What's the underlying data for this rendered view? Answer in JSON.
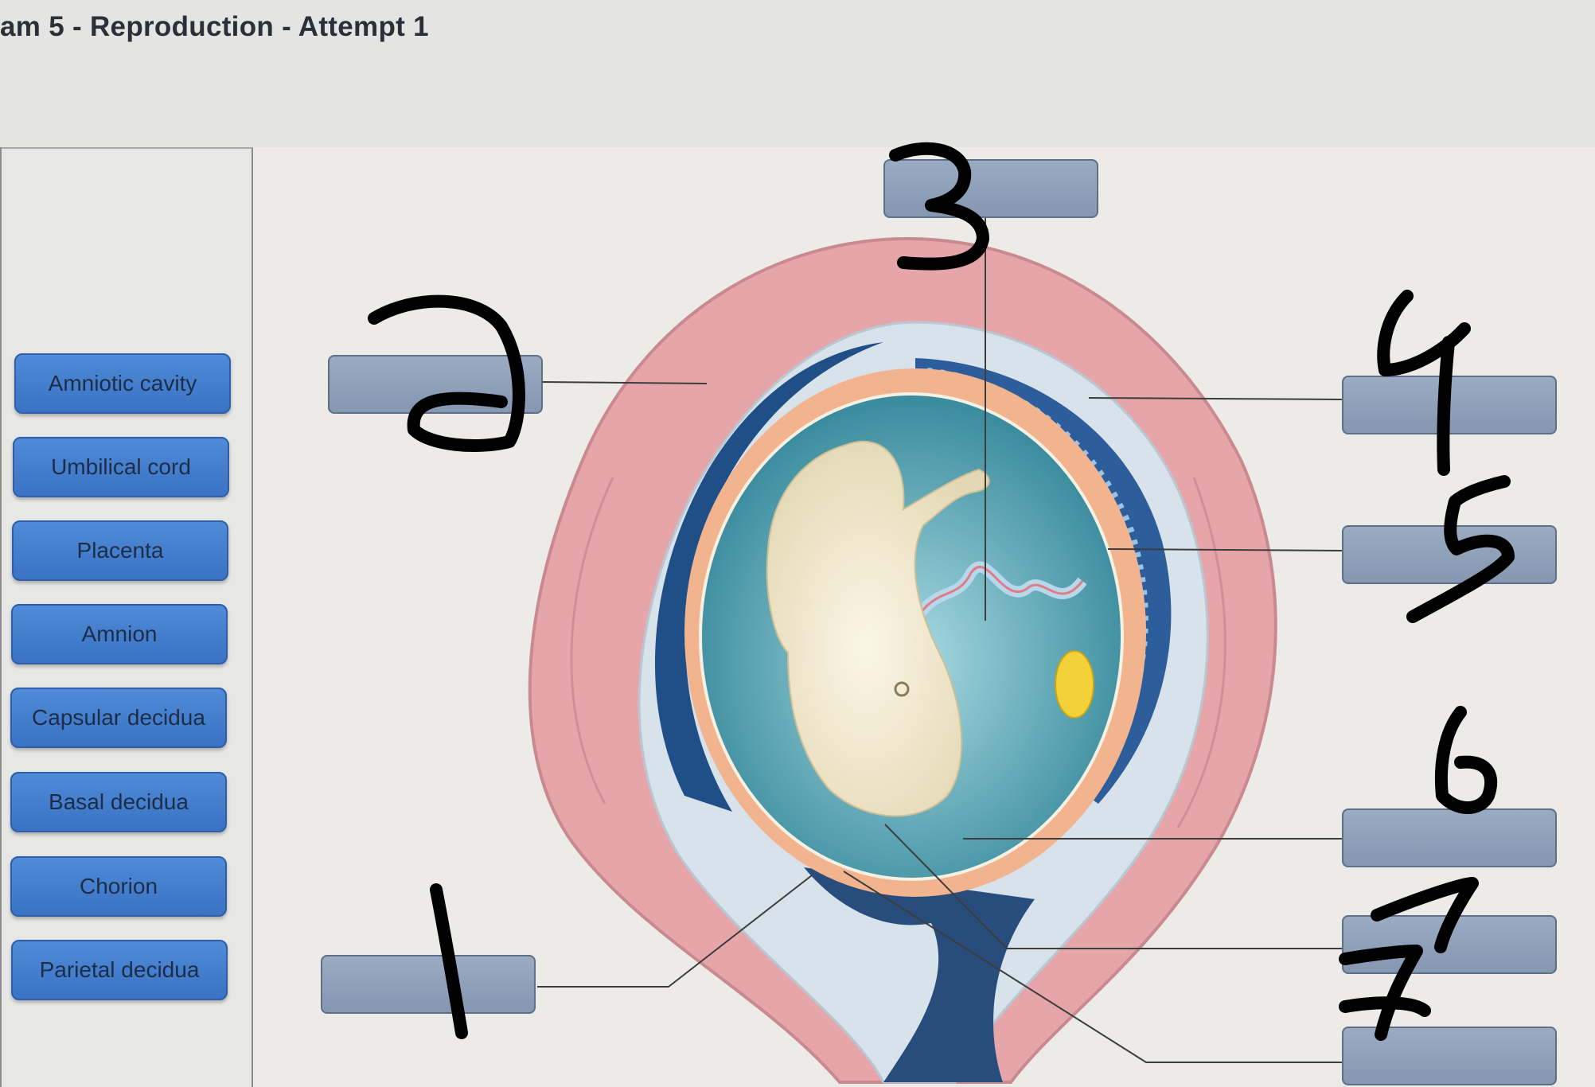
{
  "header": {
    "title": "am 5 - Reproduction - Attempt 1"
  },
  "word_bank": {
    "labels": [
      "Amniotic cavity",
      "Umbilical cord",
      "Placenta",
      "Amnion",
      "Capsular decidua",
      "Basal decidua",
      "Chorion",
      "Parietal decidua"
    ]
  },
  "annotations": [
    "1",
    "2",
    "3",
    "4",
    "5",
    "6",
    "7"
  ],
  "colors": {
    "chip_blue": "#4a85d4",
    "target_gray": "#8fa0b8",
    "uterus_pink": "#e6a6a9",
    "amniotic_teal": "#6fb7c4",
    "ink": "#000000"
  }
}
